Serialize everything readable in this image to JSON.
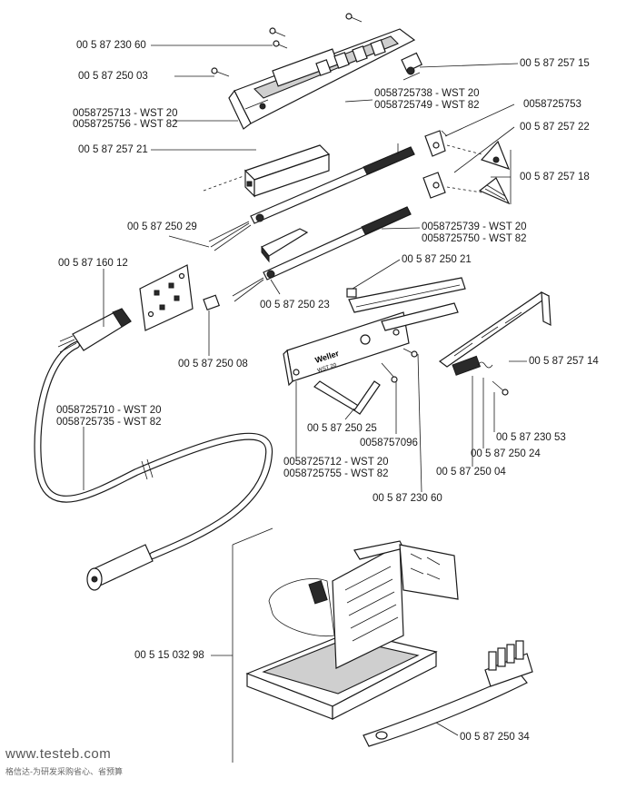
{
  "parts": [
    {
      "id": "p1",
      "label": "00 5 87 230 60"
    },
    {
      "id": "p2",
      "label": "00 5 87 250 03"
    },
    {
      "id": "p3",
      "label": "0058725713 - WST 20"
    },
    {
      "id": "p4",
      "label": "0058725756 - WST 82"
    },
    {
      "id": "p5",
      "label": "00 5 87 257 21"
    },
    {
      "id": "p6",
      "label": "00 5 87 250 29"
    },
    {
      "id": "p7",
      "label": "00 5 87 160 12"
    },
    {
      "id": "p8",
      "label": "00 5 87 250 08"
    },
    {
      "id": "p9",
      "label": "0058725710 - WST 20"
    },
    {
      "id": "p10",
      "label": "0058725735 - WST 82"
    },
    {
      "id": "p11",
      "label": "00 5 87 257 15"
    },
    {
      "id": "p12",
      "label": "0058725738 - WST 20"
    },
    {
      "id": "p13",
      "label": "0058725749 - WST 82"
    },
    {
      "id": "p14",
      "label": "0058725753"
    },
    {
      "id": "p15",
      "label": "00 5 87 257 22"
    },
    {
      "id": "p16",
      "label": "00 5 87 257 18"
    },
    {
      "id": "p17",
      "label": "0058725739 - WST 20"
    },
    {
      "id": "p18",
      "label": "0058725750 - WST 82"
    },
    {
      "id": "p19",
      "label": "00 5 87 250 21"
    },
    {
      "id": "p20",
      "label": "00 5 87 250 23"
    },
    {
      "id": "p21",
      "label": "00 5 87 257 14"
    },
    {
      "id": "p22",
      "label": "00 5 87 250 25"
    },
    {
      "id": "p23",
      "label": "0058757096"
    },
    {
      "id": "p24",
      "label": "00 5 87 230 53"
    },
    {
      "id": "p25",
      "label": "00 5 87 250 24"
    },
    {
      "id": "p26",
      "label": "0058725712 - WST 20"
    },
    {
      "id": "p27",
      "label": "0058725755 - WST 82"
    },
    {
      "id": "p28",
      "label": "00 5 87 250 04"
    },
    {
      "id": "p29",
      "label": "00 5 87 230 60"
    },
    {
      "id": "p30",
      "label": "00 5 15 032 98"
    },
    {
      "id": "p31",
      "label": "00 5 87 250 34"
    }
  ],
  "housing_brand": "Weller",
  "housing_model": "WST 20",
  "watermark": {
    "site": "www.testeb.com",
    "tagline": "格信达-为研发采购省心、省预算"
  }
}
